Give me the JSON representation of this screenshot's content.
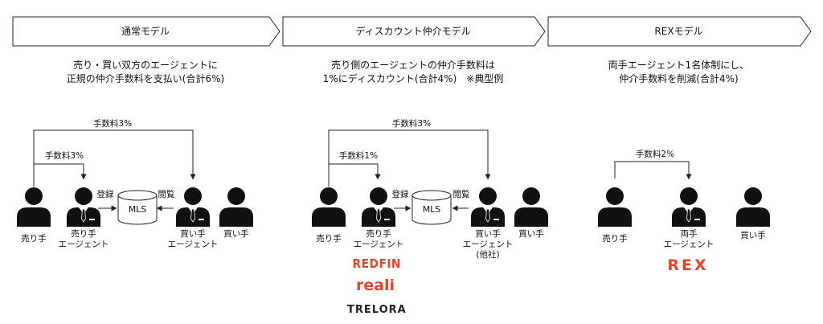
{
  "colors": {
    "logo_red": "#e4462d",
    "logo_dark": "#222222",
    "stroke": "#222222"
  },
  "headers": [
    {
      "label": "通常モデル"
    },
    {
      "label": "ディスカウント仲介モデル"
    },
    {
      "label": "REXモデル"
    }
  ],
  "descriptions": [
    {
      "line1": "売り・買い双方のエージェントに",
      "line2": "正規の仲介手数料を支払い(合計6%)"
    },
    {
      "line1": "売り側のエージェントの仲介手数料は",
      "line2": "1%にディスカウント(合計4%)　※典型例"
    },
    {
      "line1": "両手エージェント1名体制にし、",
      "line2": "仲介手数料を削減(合計4%)"
    }
  ],
  "normal": {
    "fee_outer": "手数料3%",
    "fee_inner": "手数料3%",
    "register": "登録",
    "browse": "閲覧",
    "mls": "MLS",
    "seller": "売り手",
    "seller_agent_l1": "売り手",
    "seller_agent_l2": "エージェント",
    "buyer_agent_l1": "買い手",
    "buyer_agent_l2": "エージェント",
    "buyer": "買い手"
  },
  "discount": {
    "fee_outer": "手数料3%",
    "fee_inner": "手数料1%",
    "register": "登録",
    "browse": "閲覧",
    "mls": "MLS",
    "seller": "売り手",
    "seller_agent_l1": "売り手",
    "seller_agent_l2": "エージェント",
    "buyer_agent_l1": "買い手",
    "buyer_agent_l2": "エージェント",
    "buyer_agent_l3": "(他社)",
    "buyer": "買い手",
    "logos": [
      "REDFIN",
      "reali",
      "TRELORA"
    ]
  },
  "rex": {
    "fee": "手数料2%",
    "seller": "売り手",
    "agent_l1": "両手",
    "agent_l2": "エージェント",
    "buyer": "買い手",
    "logo": "REX"
  }
}
